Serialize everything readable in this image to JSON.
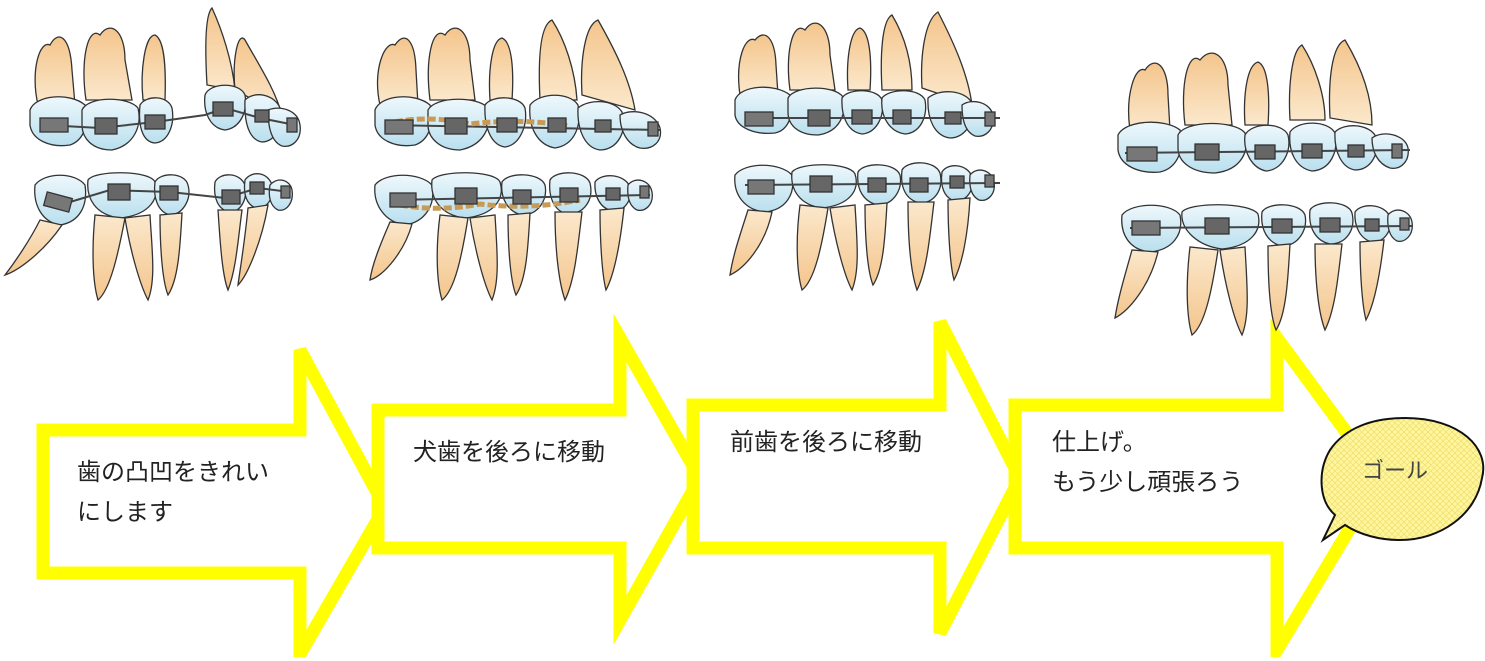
{
  "steps": [
    {
      "id": "step1",
      "text": "歯の凸凹をきれい\nにします"
    },
    {
      "id": "step2",
      "text": "犬歯を後ろに移動"
    },
    {
      "id": "step3",
      "text": "前歯を後ろに移動"
    },
    {
      "id": "step4",
      "text": "仕上げ。\nもう少し頑張ろう"
    }
  ],
  "goal": {
    "label": "ゴール"
  },
  "colors": {
    "arrow_outline": "#ffff00",
    "tooth_root": "#f7d7a8",
    "tooth_crown": "#d9eef7",
    "bracket": "#555555",
    "goal_fill": "#fff7a0",
    "chain": "#c89a55"
  }
}
